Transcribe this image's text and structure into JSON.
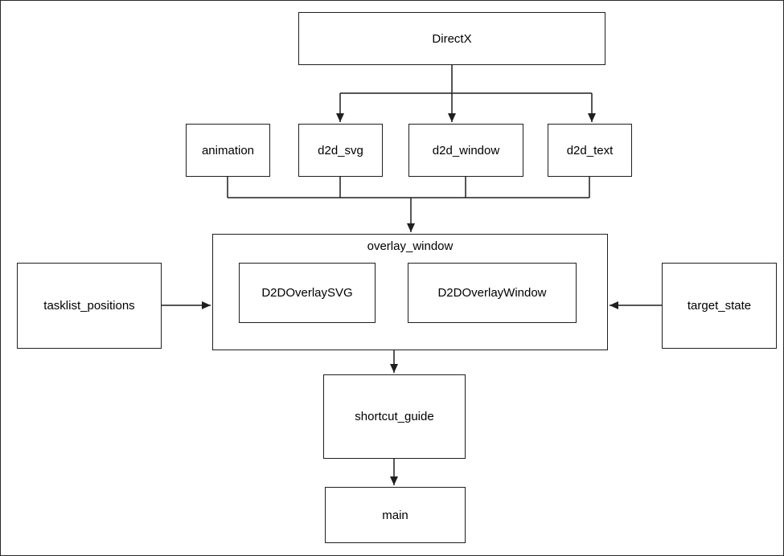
{
  "diagram": {
    "nodes": {
      "directx": {
        "label": "DirectX"
      },
      "animation": {
        "label": "animation"
      },
      "d2d_svg": {
        "label": "d2d_svg"
      },
      "d2d_window": {
        "label": "d2d_window"
      },
      "d2d_text": {
        "label": "d2d_text"
      },
      "overlay_window": {
        "label": "overlay_window"
      },
      "d2d_overlay_svg": {
        "label": "D2DOverlaySVG"
      },
      "d2d_overlay_window": {
        "label": "D2DOverlayWindow"
      },
      "tasklist_positions": {
        "label": "tasklist_positions"
      },
      "target_state": {
        "label": "target_state"
      },
      "shortcut_guide": {
        "label": "shortcut_guide"
      },
      "main": {
        "label": "main"
      }
    },
    "edges": [
      {
        "from": "directx",
        "to": "d2d_svg"
      },
      {
        "from": "directx",
        "to": "d2d_window"
      },
      {
        "from": "directx",
        "to": "d2d_text"
      },
      {
        "from": "animation",
        "to": "overlay_window"
      },
      {
        "from": "d2d_svg",
        "to": "overlay_window"
      },
      {
        "from": "d2d_window",
        "to": "overlay_window"
      },
      {
        "from": "d2d_text",
        "to": "overlay_window"
      },
      {
        "from": "tasklist_positions",
        "to": "overlay_window"
      },
      {
        "from": "target_state",
        "to": "overlay_window"
      },
      {
        "from": "overlay_window",
        "to": "shortcut_guide"
      },
      {
        "from": "shortcut_guide",
        "to": "main"
      }
    ],
    "colors": {
      "background": "#ffffff",
      "box_border": "#1f1f1f",
      "line": "#1f1f1f",
      "text": "#000000"
    }
  }
}
